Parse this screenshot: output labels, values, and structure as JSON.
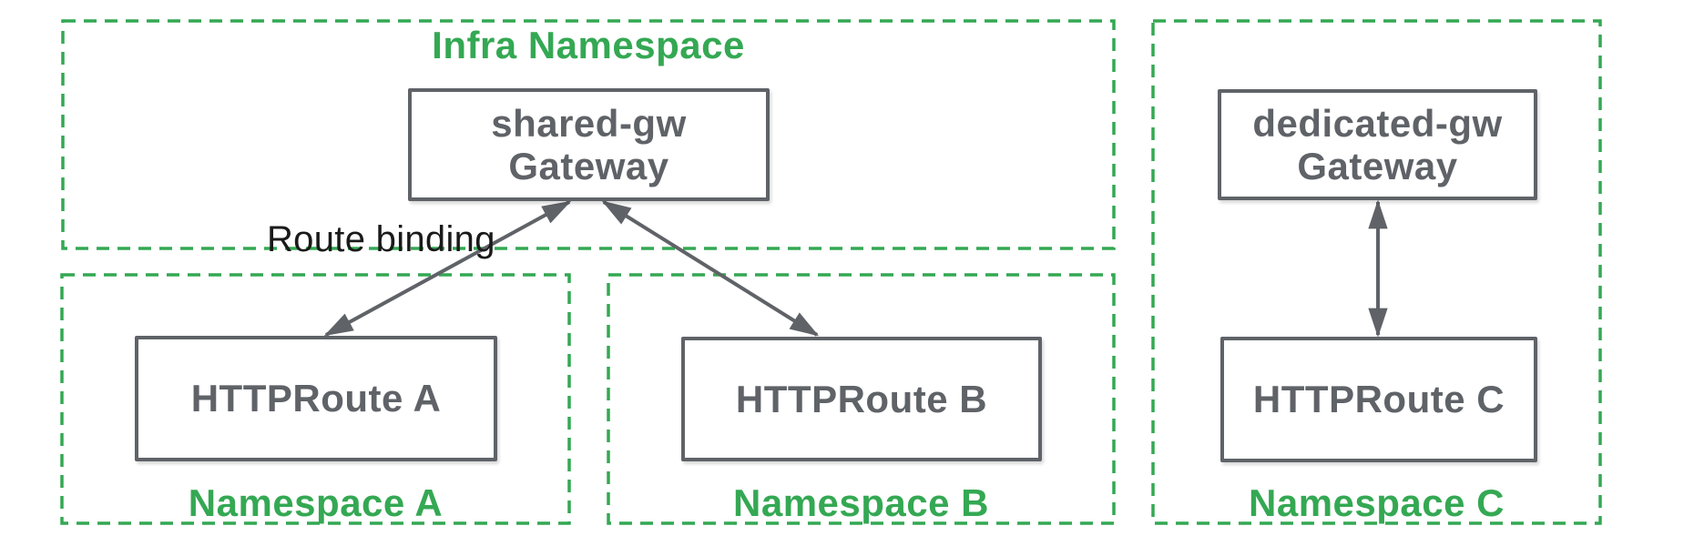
{
  "colors": {
    "namespace_green": "#34A853",
    "node_gray": "#5F6368",
    "annotation_black": "#1a1a1a",
    "background": "#ffffff"
  },
  "namespaces": {
    "infra": {
      "label": "Infra Namespace"
    },
    "a": {
      "label": "Namespace A"
    },
    "b": {
      "label": "Namespace B"
    },
    "c": {
      "label": "Namespace C"
    }
  },
  "nodes": {
    "shared_gw": {
      "label": "shared-gw\nGateway"
    },
    "dedicated_gw": {
      "label": "dedicated-gw\nGateway"
    },
    "route_a": {
      "label": "HTTPRoute A"
    },
    "route_b": {
      "label": "HTTPRoute B"
    },
    "route_c": {
      "label": "HTTPRoute C"
    }
  },
  "annotations": {
    "route_binding": {
      "label": "Route binding"
    }
  },
  "edges": [
    {
      "from": "route_a",
      "to": "shared_gw",
      "style": "bidirectional-arrow"
    },
    {
      "from": "route_b",
      "to": "shared_gw",
      "style": "bidirectional-arrow"
    },
    {
      "from": "route_c",
      "to": "dedicated_gw",
      "style": "bidirectional-arrow"
    }
  ]
}
